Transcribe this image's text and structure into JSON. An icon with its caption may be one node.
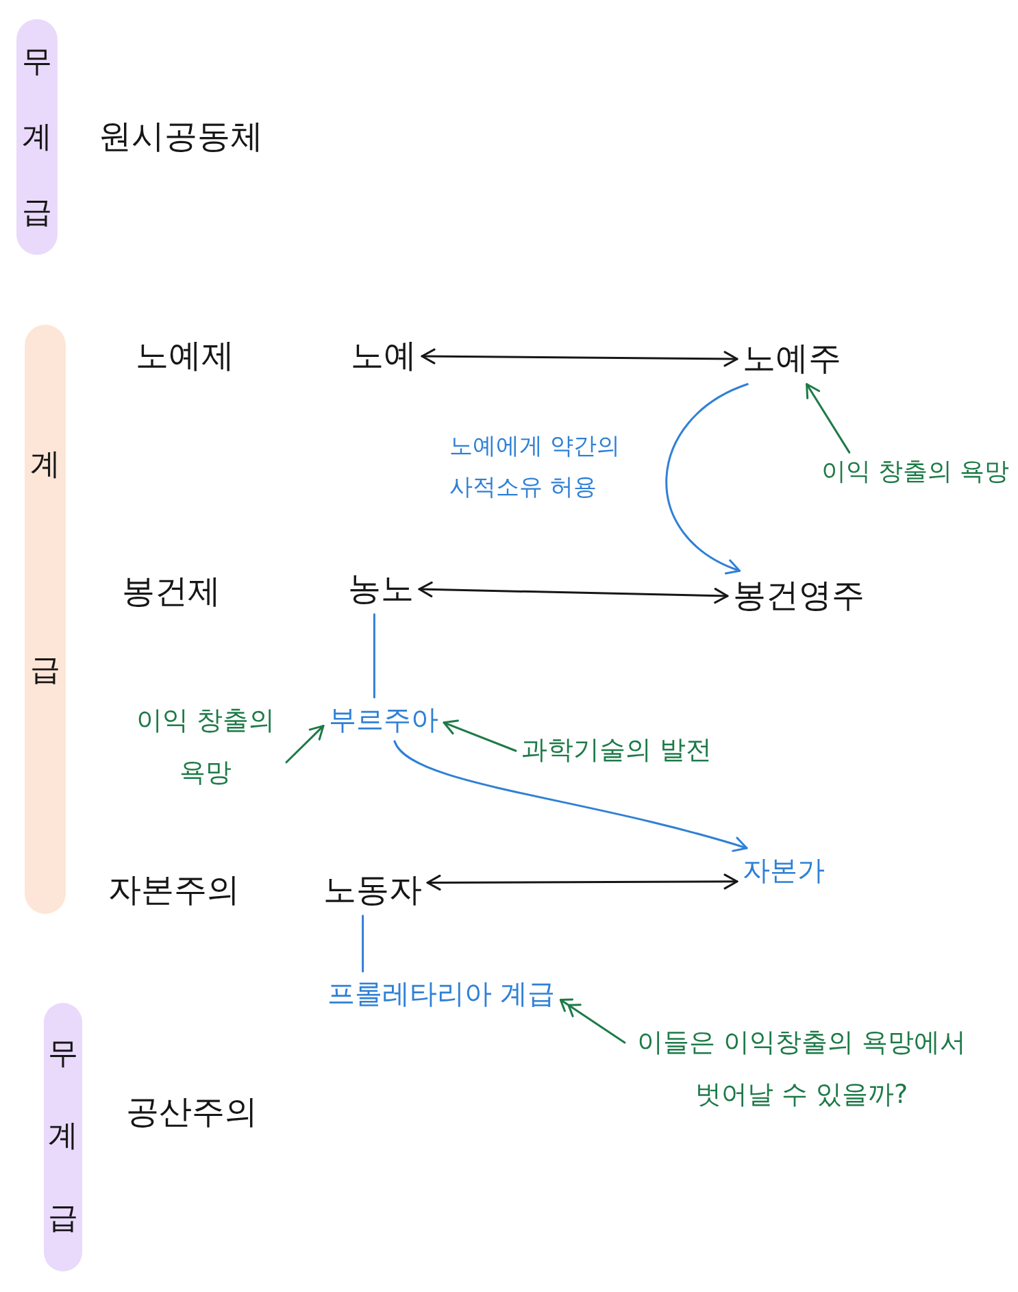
{
  "diagram": {
    "nodes": [
      {
        "text": [
          "무계급"
        ]
      },
      {
        "text": [
          "계급"
        ]
      },
      {
        "text": [
          "무계급"
        ]
      },
      {
        "text": [
          "노예"
        ]
      },
      {
        "text": [
          "노예주"
        ]
      },
      {
        "text": [
          "이익 창출의 욕망"
        ]
      },
      {
        "text": [
          "농노"
        ]
      },
      {
        "text": [
          "봉건영주"
        ]
      },
      {
        "text": [
          "이익 창출의 욕망"
        ]
      },
      {
        "text": [
          "부르주아"
        ]
      },
      {
        "text": [
          "과학기술의 발전"
        ]
      },
      {
        "text": [
          "노동자"
        ]
      },
      {
        "text": [
          "자본가"
        ]
      },
      {
        "text": [
          "프롤레타리아 계급"
        ]
      },
      {
        "text": [
          "이들은 이익창출의 욕망에서 벗어날 수 있을까?"
        ]
      }
    ],
    "edges": [
      {
        "from": 3,
        "to": 4,
        "arrow": "both",
        "color": "#161616"
      },
      {
        "from": 4,
        "to": 7,
        "arrow": "to",
        "label": "노예에게 약간의 사적소유 허용",
        "color": "#2f80d6"
      },
      {
        "from": 5,
        "to": 4,
        "arrow": "to",
        "color": "#1d7a47"
      },
      {
        "from": 6,
        "to": 7,
        "arrow": "both",
        "color": "#161616"
      },
      {
        "from": 6,
        "to": 9,
        "arrow": "none",
        "color": "#2f80d6"
      },
      {
        "from": 8,
        "to": 9,
        "arrow": "to",
        "color": "#1d7a47"
      },
      {
        "from": 10,
        "to": 9,
        "arrow": "to",
        "color": "#1d7a47"
      },
      {
        "from": 9,
        "to": 12,
        "arrow": "to",
        "color": "#2f80d6"
      },
      {
        "from": 11,
        "to": 12,
        "arrow": "both",
        "color": "#161616"
      },
      {
        "from": 11,
        "to": 13,
        "arrow": "none",
        "color": "#2f80d6"
      },
      {
        "from": 14,
        "to": 13,
        "arrow": "to",
        "color": "#1d7a47"
      }
    ],
    "labels": [
      "원시공동체",
      "노예제",
      "봉건제",
      "자본주의",
      "공산주의"
    ]
  }
}
